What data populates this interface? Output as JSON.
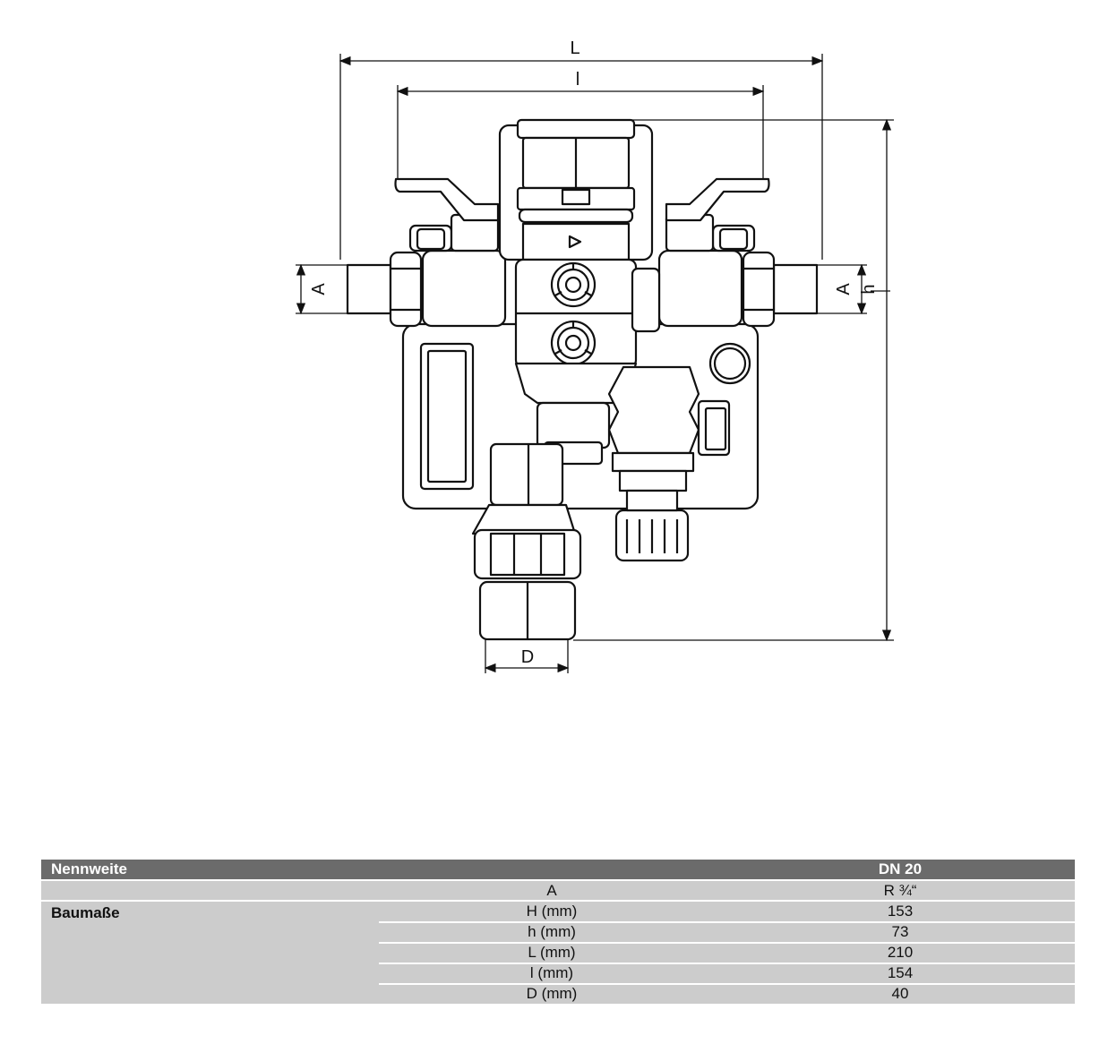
{
  "dimensions": {
    "L": "L",
    "l": "l",
    "A_left": "A",
    "A_right": "A",
    "h": "h",
    "D": "D"
  },
  "table": {
    "header": {
      "label": "Nennweite",
      "value": "DN 20"
    },
    "connection": {
      "label": "A",
      "value": "R ¾“"
    },
    "section_title": "Baumaße",
    "rows": [
      {
        "label": "H (mm)",
        "value": "153"
      },
      {
        "label": "h (mm)",
        "value": "73"
      },
      {
        "label": "L (mm)",
        "value": "210"
      },
      {
        "label": "l (mm)",
        "value": "154"
      },
      {
        "label": "D (mm)",
        "value": "40"
      }
    ]
  }
}
